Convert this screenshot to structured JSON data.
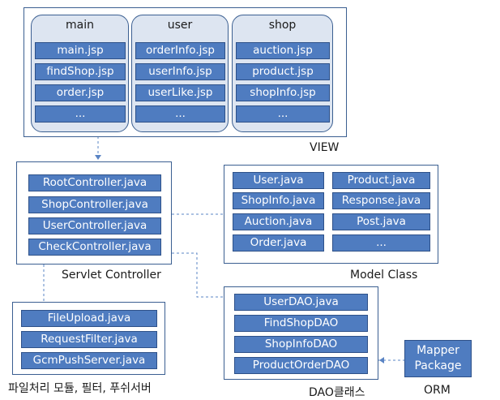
{
  "view": {
    "caption": "VIEW",
    "packages": [
      {
        "title": "main",
        "files": [
          "main.jsp",
          "findShop.jsp",
          "order.jsp",
          "..."
        ]
      },
      {
        "title": "user",
        "files": [
          "orderInfo.jsp",
          "userInfo.jsp",
          "userLike.jsp",
          "..."
        ]
      },
      {
        "title": "shop",
        "files": [
          "auction.jsp",
          "product.jsp",
          "shopInfo.jsp",
          "..."
        ]
      }
    ]
  },
  "controller": {
    "caption": "Servlet Controller",
    "items": [
      "RootController.java",
      "ShopController.java",
      "UserController.java",
      "CheckController.java"
    ]
  },
  "model": {
    "caption": "Model Class",
    "left": [
      "User.java",
      "ShopInfo.java",
      "Auction.java",
      "Order.java"
    ],
    "right": [
      "Product.java",
      "Response.java",
      "Post.java",
      "..."
    ]
  },
  "modules": {
    "caption": "파일처리 모듈, 필터, 푸쉬서버",
    "items": [
      "FileUpload.java",
      "RequestFilter.java",
      "GcmPushServer.java"
    ]
  },
  "dao": {
    "caption": "DAO클래스",
    "items": [
      "UserDAO.java",
      "FindShopDAO",
      "ShopInfoDAO",
      "ProductOrderDAO"
    ]
  },
  "orm": {
    "caption": "ORM",
    "box_line1": "Mapper",
    "box_line2": "Package"
  },
  "colors": {
    "item_fill": "#4f7cc0",
    "package_fill": "#dde5f1",
    "border": "#3b5f91",
    "connector": "#5a84c4"
  }
}
